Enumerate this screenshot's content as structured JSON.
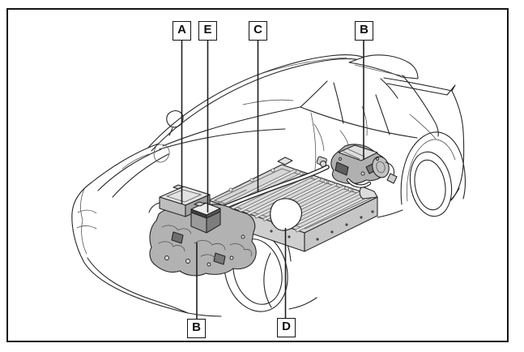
{
  "figure": {
    "callouts": [
      {
        "label": "A",
        "position": "top"
      },
      {
        "label": "E",
        "position": "top"
      },
      {
        "label": "C",
        "position": "top"
      },
      {
        "label": "B",
        "position": "top"
      },
      {
        "label": "B",
        "position": "bottom"
      },
      {
        "label": "D",
        "position": "bottom"
      }
    ],
    "colors": {
      "line": "#262626",
      "background": "#ffffff",
      "battery_fill": "#d7d7d7",
      "metal_fill": "#b2b2b2"
    }
  }
}
